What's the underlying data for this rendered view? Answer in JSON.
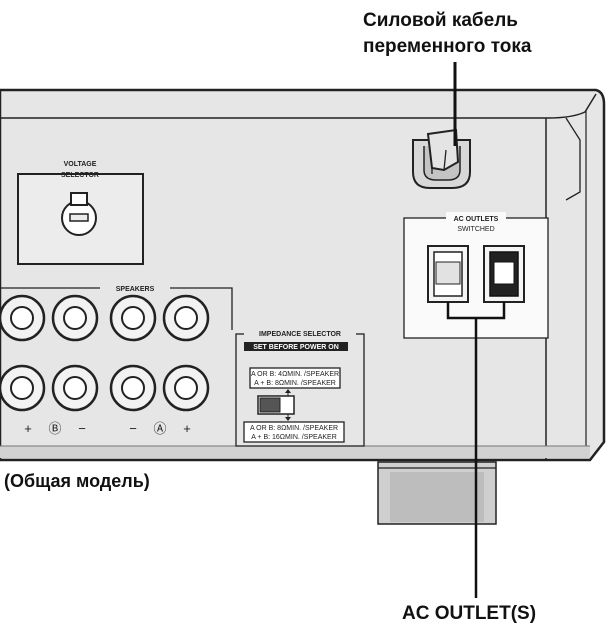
{
  "callouts": {
    "cable_line1": "Силовой кабель",
    "cable_line2": "переменного тока",
    "model": "(Общая модель)",
    "ac_outlets": "AC OUTLET(S)"
  },
  "panel": {
    "voltage_selector_line1": "VOLTAGE",
    "voltage_selector_line2": "SELECTOR",
    "speakers": "SPEAKERS",
    "impedance_selector": "IMPEDANCE SELECTOR",
    "impedance_note": "SET BEFORE POWER ON",
    "impedance_upper_line1": "A OR B: 4ΩMIN. /SPEAKER",
    "impedance_upper_line2": "A + B: 8ΩMIN. /SPEAKER",
    "impedance_lower_line1": "A OR B: 8ΩMIN. /SPEAKER",
    "impedance_lower_line2": "A + B: 16ΩMIN. /SPEAKER",
    "ac_outlets_title": "AC OUTLETS",
    "ac_outlets_switched": "SWITCHED",
    "plus": "+",
    "minus": "−",
    "pol_b": "Ⓑ",
    "pol_a": "Ⓐ"
  }
}
